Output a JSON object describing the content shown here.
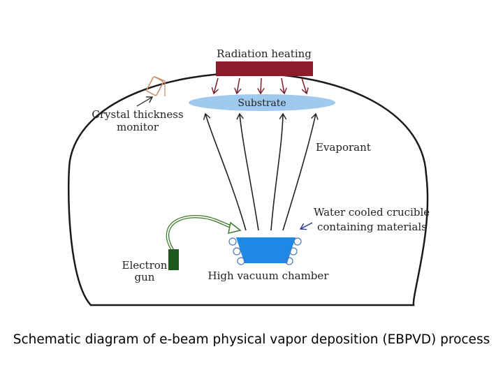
{
  "diagram": {
    "labels": {
      "radiation_heating": "Radiation heating",
      "substrate": "Substrate",
      "crystal_monitor_line1": "Crystal thickness",
      "crystal_monitor_line2": "monitor",
      "evaporant": "Evaporant",
      "crucible_line1": "Water cooled crucible",
      "crucible_line2": "containing materials",
      "electron_gun_line1": "Electron",
      "electron_gun_line2": "gun",
      "chamber": "High vacuum chamber"
    },
    "colors": {
      "heater": "#8b1c2c",
      "substrate": "#9fc9ef",
      "crucible": "#1e88e5",
      "electron_gun": "#1e5a1e",
      "electron_beam": "#3d7a2e",
      "monitor": "#c8906a",
      "chamber_outline": "#1a1a1a"
    }
  },
  "caption": "Schematic diagram of e-beam physical vapor deposition (EBPVD) process"
}
